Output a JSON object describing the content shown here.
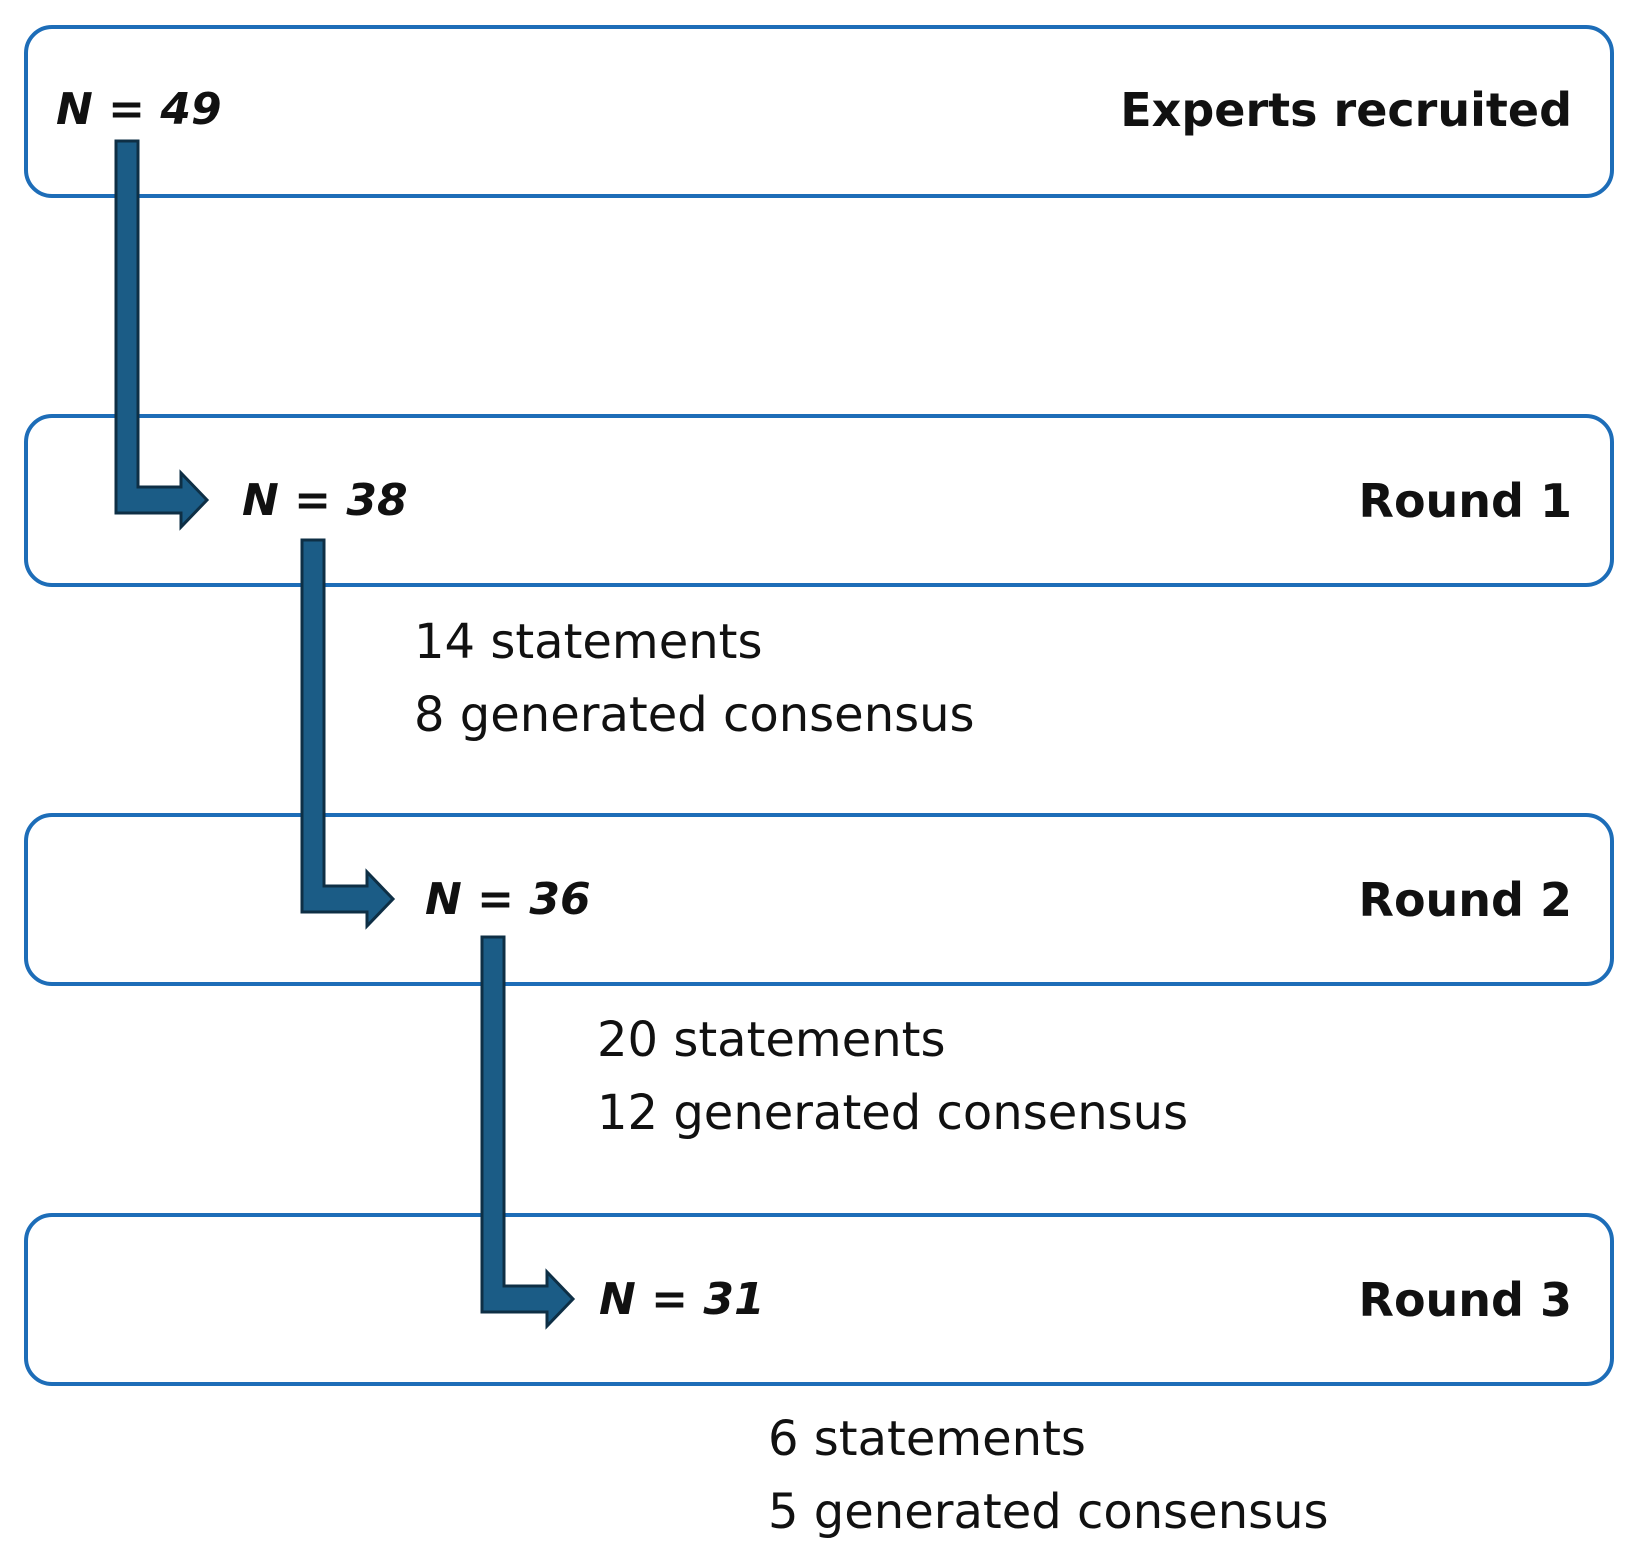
{
  "stages": [
    {
      "title": "Experts recruited",
      "n": "N = 49"
    },
    {
      "title": "Round 1",
      "n": "N = 38",
      "statements": "14 statements",
      "consensus": "8 generated consensus"
    },
    {
      "title": "Round 2",
      "n": "N = 36",
      "statements": "20 statements",
      "consensus": "12 generated consensus"
    },
    {
      "title": "Round 3",
      "n": "N = 31",
      "statements": "6 statements",
      "consensus": "5 generated consensus"
    }
  ],
  "colors": {
    "box_border": "#1d6db8",
    "arrow_fill": "#1b5c86",
    "arrow_stroke": "#0e2f45"
  }
}
